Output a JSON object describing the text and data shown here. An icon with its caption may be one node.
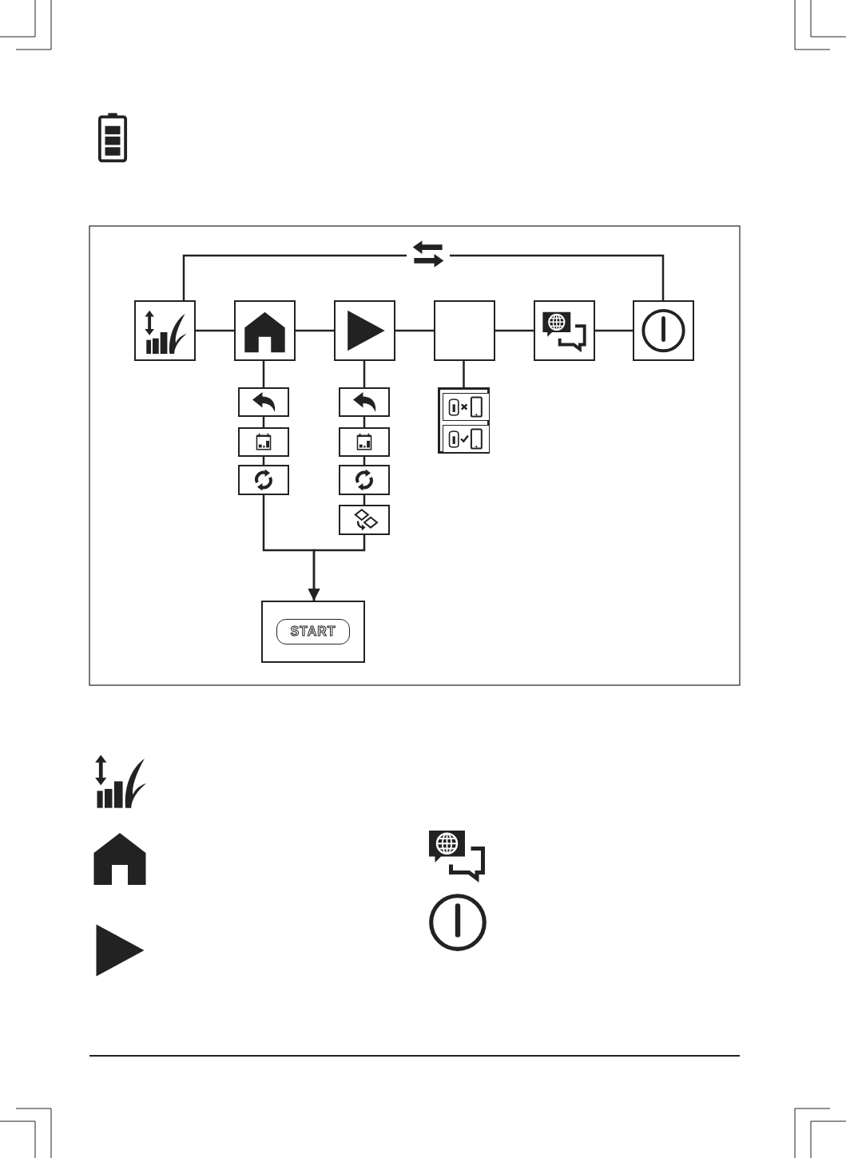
{
  "diagram": {
    "nodes": [
      {
        "text": [],
        "shape": "box"
      },
      {
        "text": [],
        "shape": "box"
      },
      {
        "text": [],
        "shape": "box"
      },
      {
        "text": [],
        "shape": "box"
      },
      {
        "text": [],
        "shape": "box"
      },
      {
        "text": [],
        "shape": "box"
      },
      {
        "text": [],
        "shape": "box"
      },
      {
        "text": [],
        "shape": "box"
      },
      {
        "text": [],
        "shape": "box"
      },
      {
        "text": [],
        "shape": "box"
      },
      {
        "text": [],
        "shape": "box"
      },
      {
        "text": [],
        "shape": "box"
      },
      {
        "text": [],
        "shape": "box"
      },
      {
        "text": [],
        "shape": "box"
      },
      {
        "text": [],
        "shape": "box",
        "in": 13
      },
      {
        "text": [],
        "shape": "box",
        "in": 13
      },
      {
        "text": [
          "START"
        ]
      }
    ],
    "edges": [
      {
        "from": 0,
        "to": 1,
        "arrow": "none"
      },
      {
        "from": 1,
        "to": 2,
        "arrow": "none"
      },
      {
        "from": 2,
        "to": 3,
        "arrow": "none"
      },
      {
        "from": 3,
        "to": 4,
        "arrow": "none"
      },
      {
        "from": 4,
        "to": 5,
        "arrow": "none"
      },
      {
        "from": 0,
        "to": 5,
        "arrow": "none"
      },
      {
        "from": 1,
        "to": 6,
        "arrow": "none"
      },
      {
        "from": 6,
        "to": 7,
        "arrow": "none"
      },
      {
        "from": 7,
        "to": 8,
        "arrow": "none"
      },
      {
        "from": 2,
        "to": 9,
        "arrow": "none"
      },
      {
        "from": 9,
        "to": 10,
        "arrow": "none"
      },
      {
        "from": 10,
        "to": 11,
        "arrow": "none"
      },
      {
        "from": 11,
        "to": 12,
        "arrow": "none"
      },
      {
        "from": 3,
        "to": 13,
        "arrow": "none"
      },
      {
        "from": 8,
        "to": 16,
        "arrow": "to"
      },
      {
        "from": 12,
        "to": 16,
        "arrow": "to"
      }
    ]
  }
}
